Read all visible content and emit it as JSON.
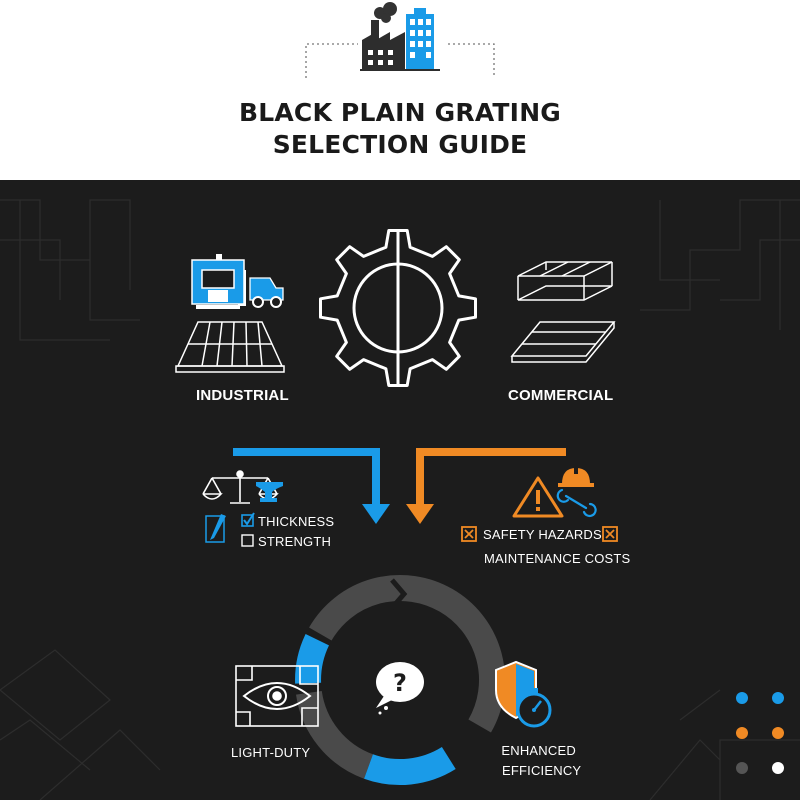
{
  "header": {
    "title_line1": "BLACK PLAIN GRATING",
    "title_line2": "SELECTION GUIDE"
  },
  "categories": {
    "left": "INDUSTRIAL",
    "right": "COMMERCIAL"
  },
  "left_branch": {
    "checklist": [
      {
        "label": "THICKNESS",
        "checked": true
      },
      {
        "label": "STRENGTH",
        "checked": false
      }
    ]
  },
  "right_branch": {
    "hazard_label": "SAFETY HAZARDS",
    "cost_label": "MAINTENANCE COSTS"
  },
  "cycle": {
    "left_label": "LIGHT-DUTY",
    "right_label_line1": "ENHANCED",
    "right_label_line2": "EFFICIENCY",
    "center_symbol": "?"
  },
  "colors": {
    "accent_blue": "#1a9be8",
    "accent_orange": "#f08a24",
    "background": "#1c1c1c",
    "header": "#ffffff",
    "ring_gray": "#4a4a4a"
  },
  "icons": [
    "factory-icon",
    "gear-icon",
    "press-machine-icon",
    "forklift-icon",
    "grating-panel-icon",
    "pallet-rack-icon",
    "scale-icon",
    "pen-icon",
    "warning-icon",
    "hard-hat-icon",
    "wrench-icon",
    "eye-icon",
    "question-bubble-icon",
    "shield-icon",
    "stopwatch-icon"
  ]
}
